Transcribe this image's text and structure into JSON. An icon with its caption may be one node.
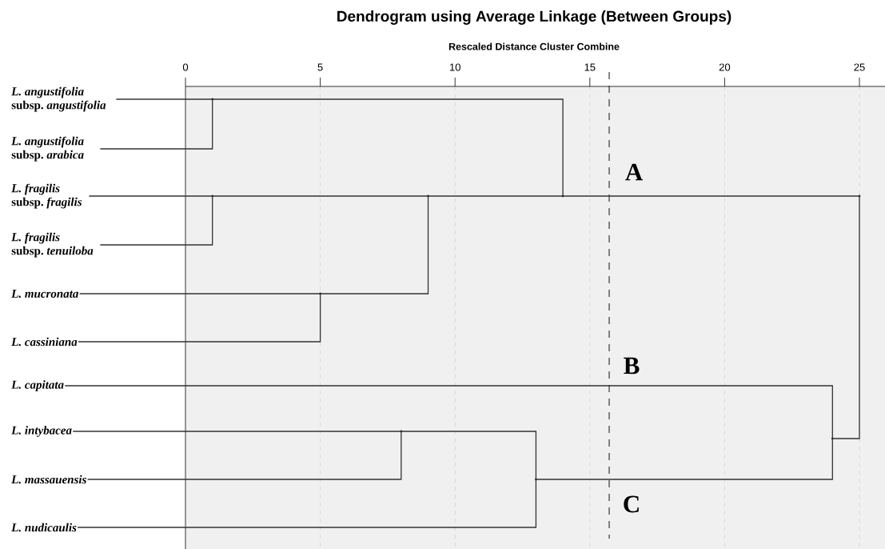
{
  "diagram": {
    "title": "Dendrogram using Average Linkage (Between Groups)",
    "nodes": [
      {
        "text": [
          "*L. angustifolia* subsp. *angustifolia*"
        ]
      },
      {
        "text": [
          "*L. angustifolia* subsp. *arabica*"
        ]
      },
      {
        "text": [
          "*L. fragilis* subsp. *fragilis*"
        ]
      },
      {
        "text": [
          "*L. fragilis* subsp. *tenuiloba*"
        ]
      },
      {
        "text": [
          "L. mucronata"
        ]
      },
      {
        "text": [
          "L. cassiniana"
        ]
      },
      {
        "text": [
          "L. capitata"
        ]
      },
      {
        "text": [
          "L. intybacea"
        ]
      },
      {
        "text": [
          "L. massauensis"
        ]
      },
      {
        "text": [
          "L. nudicaulis"
        ]
      },
      {
        "text": [],
        "shape": "point"
      },
      {
        "text": [],
        "shape": "point"
      },
      {
        "text": [],
        "shape": "point"
      },
      {
        "text": [],
        "shape": "point"
      },
      {
        "text": [],
        "shape": "point"
      },
      {
        "text": [],
        "shape": "point"
      },
      {
        "text": [],
        "shape": "point"
      },
      {
        "text": [],
        "shape": "point"
      },
      {
        "text": [],
        "shape": "point"
      }
    ],
    "edges": [
      {
        "from": 0,
        "to": 10,
        "arrow": "none"
      },
      {
        "from": 1,
        "to": 10,
        "arrow": "none"
      },
      {
        "from": 2,
        "to": 11,
        "arrow": "none"
      },
      {
        "from": 3,
        "to": 11,
        "arrow": "none"
      },
      {
        "from": 4,
        "to": 12,
        "arrow": "none"
      },
      {
        "from": 5,
        "to": 12,
        "arrow": "none"
      },
      {
        "from": 11,
        "to": 13,
        "arrow": "none"
      },
      {
        "from": 12,
        "to": 13,
        "arrow": "none"
      },
      {
        "from": 10,
        "to": 14,
        "arrow": "none"
      },
      {
        "from": 13,
        "to": 14,
        "arrow": "none"
      },
      {
        "from": 7,
        "to": 15,
        "arrow": "none"
      },
      {
        "from": 8,
        "to": 15,
        "arrow": "none"
      },
      {
        "from": 15,
        "to": 16,
        "arrow": "none"
      },
      {
        "from": 9,
        "to": 16,
        "arrow": "none"
      },
      {
        "from": 6,
        "to": 17,
        "arrow": "none"
      },
      {
        "from": 16,
        "to": 17,
        "arrow": "none"
      },
      {
        "from": 14,
        "to": 18,
        "arrow": "none"
      },
      {
        "from": 17,
        "to": 18,
        "arrow": "none"
      }
    ],
    "labels": [
      "Rescaled Distance Cluster Combine",
      "0",
      "5",
      "10",
      "15",
      "20",
      "25",
      "A",
      "B",
      "C"
    ]
  }
}
